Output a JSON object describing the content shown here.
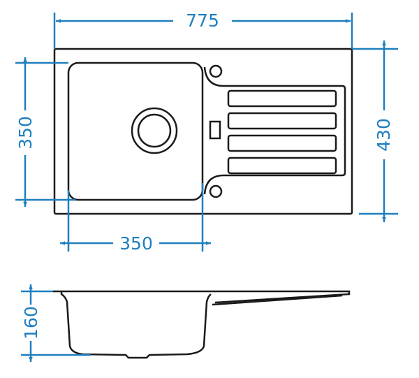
{
  "dimensions": {
    "width_overall": "775",
    "depth_overall": "430",
    "bowl_depth": "350",
    "bowl_width": "350",
    "bowl_height": "160"
  },
  "colors": {
    "outline": "#1a1a1a",
    "dimension": "#1f7fbf"
  }
}
